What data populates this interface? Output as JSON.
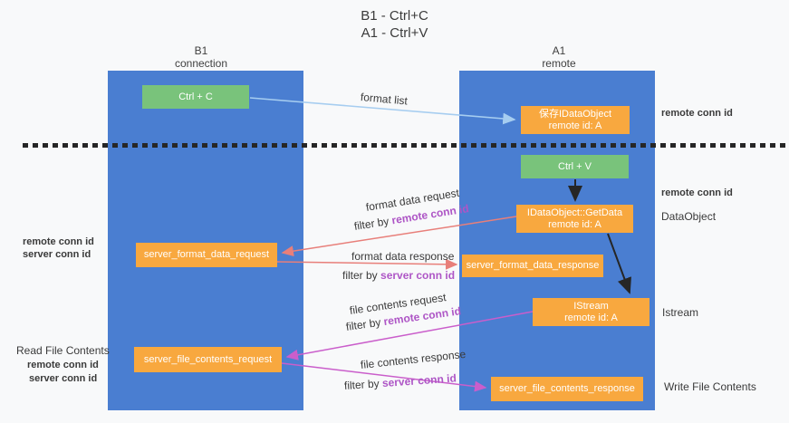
{
  "title": {
    "line1": "B1 - Ctrl+C",
    "line2": "A1 - Ctrl+V"
  },
  "lanes": {
    "b1": {
      "name": "B1",
      "subtitle": "connection"
    },
    "a1": {
      "name": "A1",
      "subtitle": "remote"
    }
  },
  "nodes": {
    "ctrl_c": {
      "label": "Ctrl + C"
    },
    "ctrl_v": {
      "label": "Ctrl + V"
    },
    "save_dataobject": {
      "line1": "保存IDataObject",
      "line2": "remote id: A"
    },
    "getdata": {
      "line1": "IDataObject::GetData",
      "line2": "remote id: A"
    },
    "istream": {
      "line1": "IStream",
      "line2": "remote id: A"
    },
    "server_format_data_request": {
      "label": "server_format_data_request"
    },
    "server_format_data_response": {
      "label": "server_format_data_response"
    },
    "server_file_contents_request": {
      "label": "server_file_contents_request"
    },
    "server_file_contents_response": {
      "label": "server_file_contents_response"
    }
  },
  "flows": {
    "format_list": {
      "label": "format list"
    },
    "format_data_request": {
      "label": "format data request",
      "filter_prefix": "filter by ",
      "filter_id": "remote conn id"
    },
    "format_data_response": {
      "label": "format data response",
      "filter_prefix": "filter by ",
      "filter_id": "server conn id"
    },
    "file_contents_request": {
      "label": "file contents request",
      "filter_prefix": "filter by ",
      "filter_id": "remote conn id"
    },
    "file_contents_response": {
      "label": "file contents response",
      "filter_prefix": "filter by ",
      "filter_id": "server conn id"
    }
  },
  "side_labels": {
    "right_remote_conn_id_top": "remote conn id",
    "right_remote_conn_id_mid": "remote conn id",
    "dataobject": "DataObject",
    "istream": "Istream",
    "write_file_contents": "Write File Contents",
    "left_remote_conn_id": "remote conn id",
    "left_server_conn_id": "server conn id",
    "read_file_contents": "Read File Contents",
    "left_remote_conn_id_2": "remote conn id",
    "left_server_conn_id_2": "server conn id"
  },
  "colors": {
    "lane_blue": "#4a7ed1",
    "node_green": "#79c37b",
    "node_orange": "#f8a83f",
    "id_purple": "#ae56c6",
    "id_green": "#5bb763",
    "arrow_blue": "#a6cdf0",
    "arrow_salmon": "#e87f7a",
    "arrow_magenta": "#ca5ecb",
    "arrow_black": "#262626"
  }
}
